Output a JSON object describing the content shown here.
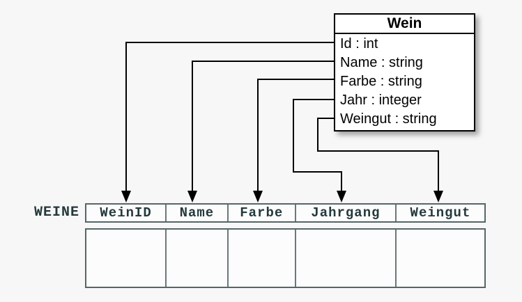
{
  "background_color": "#f7f7f7",
  "colors": {
    "box_border": "#000000",
    "box_fill": "#ffffff",
    "arrow": "#000000",
    "table_border": "#566666",
    "table_text": "#24393c",
    "cell_fill": "#fcfcfc"
  },
  "wein_class": {
    "title": "Wein",
    "attributes": [
      "Id : int",
      "Name : string",
      "Farbe : string",
      "Jahr : integer",
      "Weingut : string"
    ]
  },
  "table": {
    "label": "WEINE",
    "columns": [
      "WeinID",
      "Name",
      "Farbe",
      "Jahrgang",
      "Weingut"
    ],
    "body_row_count": 1
  },
  "mappings": [
    {
      "from": "Id",
      "to": "WeinID"
    },
    {
      "from": "Name",
      "to": "Name"
    },
    {
      "from": "Farbe",
      "to": "Farbe"
    },
    {
      "from": "Jahr",
      "to": "Jahrgang"
    },
    {
      "from": "Weingut",
      "to": "Weingut"
    }
  ]
}
